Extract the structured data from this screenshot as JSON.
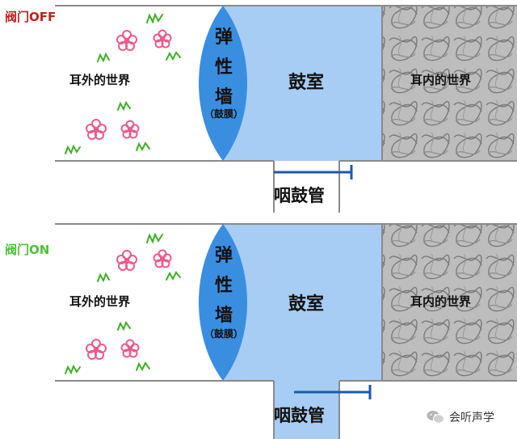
{
  "panels": [
    {
      "valve_label": "阀门OFF",
      "outer_world": "耳外的世界",
      "wall": [
        "弹",
        "性",
        "墙"
      ],
      "membrane": "（鼓膜）",
      "eardrum_chamber": "鼓室",
      "inner_world": "耳内的世界",
      "tube": "咽鼓管"
    },
    {
      "valve_label": "阀门ON",
      "outer_world": "耳外的世界",
      "wall": [
        "弹",
        "性",
        "墙"
      ],
      "membrane": "（鼓膜）",
      "eardrum_chamber": "鼓室",
      "inner_world": "耳内的世界",
      "tube": "咽鼓管"
    }
  ],
  "watermark": "会听声学",
  "colors": {
    "off_label": "#c0201e",
    "on_label": "#4fbf3a",
    "wall": "#3a8ee0",
    "chamber": "#a7cdf5",
    "inner": "#b8b8b8",
    "valve_bar": "#1b5aa8",
    "flower": "#ea5a8c",
    "grass": "#3db024"
  },
  "icons": {
    "flowers": "flower-icon",
    "grass": "grass-icon",
    "watermark": "wechat-icon"
  }
}
